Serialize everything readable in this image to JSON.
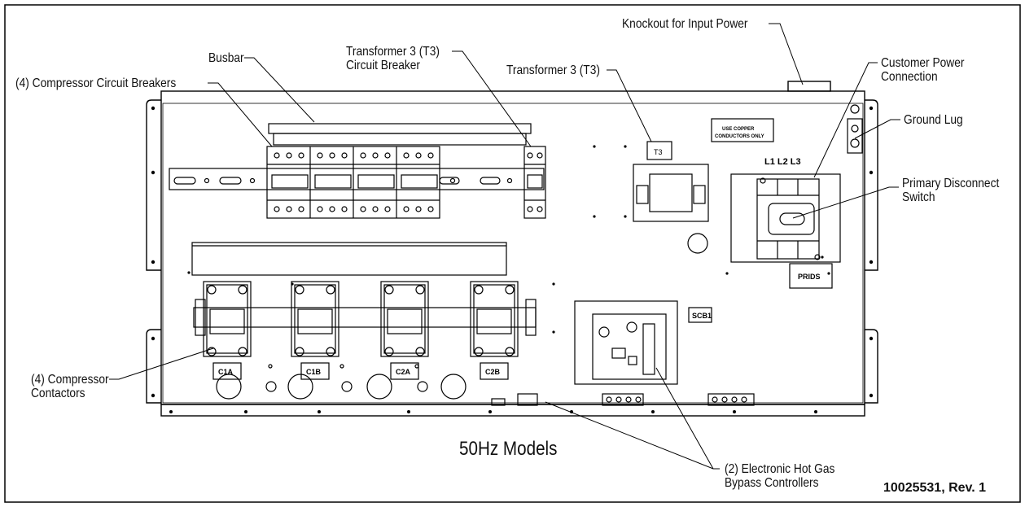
{
  "figure": {
    "caption": "50Hz Models",
    "doc_id": "10025531, Rev. 1"
  },
  "callouts": {
    "knockout": "Knockout for Input Power",
    "busbar": "Busbar",
    "breakers": "(4) Compressor Circuit Breakers",
    "t3_breaker_1": "Transformer 3 (T3)",
    "t3_breaker_2": "Circuit Breaker",
    "t3": "Transformer 3 (T3)",
    "customer_power_1": "Customer Power",
    "customer_power_2": "Connection",
    "ground_lug": "Ground Lug",
    "primary_disconnect_1": "Primary Disconnect",
    "primary_disconnect_2": "Switch",
    "contactors_1": "(4) Compressor",
    "contactors_2": "Contactors",
    "hot_gas_1": "(2) Electronic Hot Gas",
    "hot_gas_2": "Bypass Controllers"
  },
  "panel_labels": {
    "t3": "T3",
    "copper_1": "USE COPPER",
    "copper_2": "CONDUCTORS ONLY",
    "phases": "L1 L2 L3",
    "prids": "PRIDS",
    "scb1": "SCB1",
    "contactors": [
      "C1A",
      "C1B",
      "C2A",
      "C2B"
    ]
  }
}
